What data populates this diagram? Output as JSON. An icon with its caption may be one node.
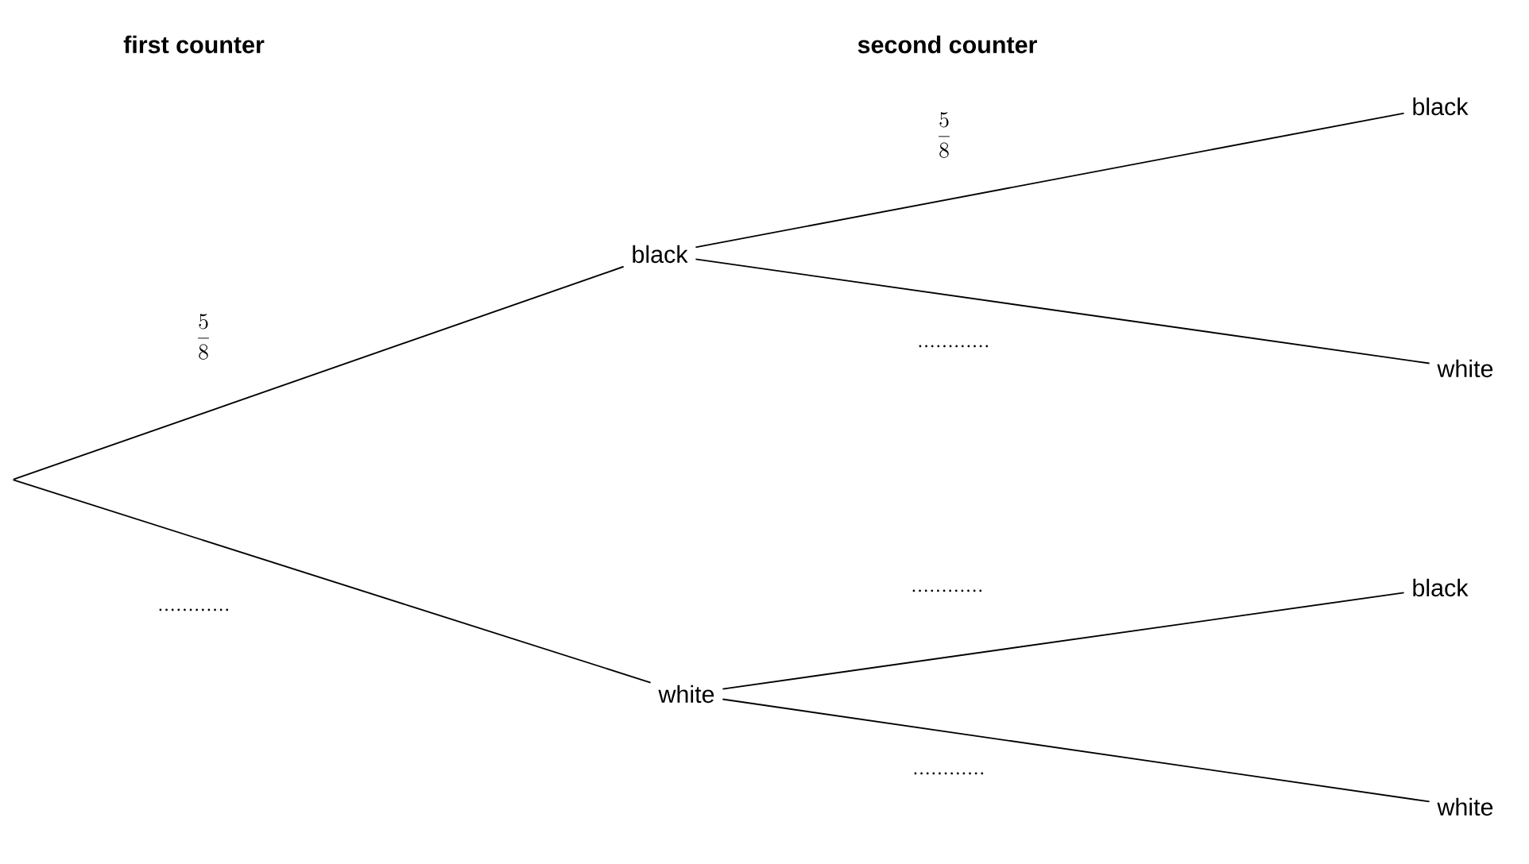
{
  "diagram": {
    "nodes": [
      {
        "text": [],
        "shape": "point"
      },
      {
        "text": [
          "black"
        ]
      },
      {
        "text": [
          "white"
        ]
      },
      {
        "text": [
          "black"
        ]
      },
      {
        "text": [
          "white"
        ]
      },
      {
        "text": [
          "black"
        ]
      },
      {
        "text": [
          "white"
        ]
      }
    ],
    "edges": [
      {
        "from": 0,
        "to": 1,
        "arrow": "none",
        "label": "\\frac{5}{8}"
      },
      {
        "from": 0,
        "to": 2,
        "arrow": "none",
        "label": "............"
      },
      {
        "from": 1,
        "to": 3,
        "arrow": "none",
        "label": "\\frac{5}{8}"
      },
      {
        "from": 1,
        "to": 4,
        "arrow": "none",
        "label": "............"
      },
      {
        "from": 2,
        "to": 5,
        "arrow": "none",
        "label": "............"
      },
      {
        "from": 2,
        "to": 6,
        "arrow": "none",
        "label": "............"
      }
    ],
    "labels": [
      "first counter",
      "second counter"
    ]
  }
}
